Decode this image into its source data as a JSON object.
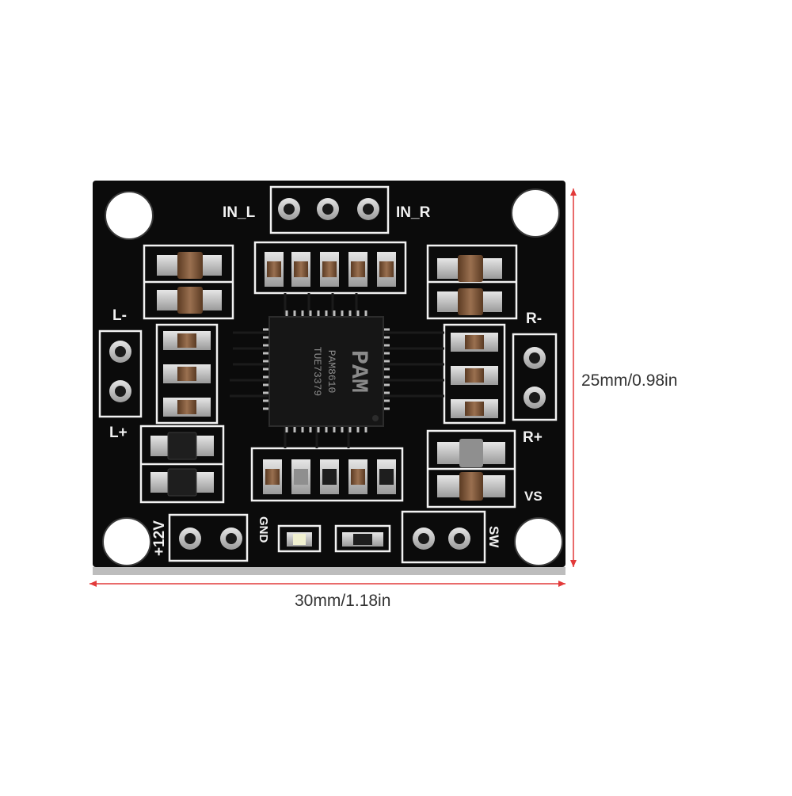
{
  "product": {
    "name": "PCB amplifier board",
    "board_color": "#0b0b0b",
    "silkscreen_color": "#f2f2f2",
    "dimension_line_color": "#e23a3a"
  },
  "chip": {
    "logo": "PAM",
    "model": "PAM8610",
    "lot": "TUE73379"
  },
  "labels": {
    "in_l": "IN_L",
    "in_r": "IN_R",
    "l_minus": "L-",
    "l_plus": "L+",
    "r_minus": "R-",
    "r_plus": "R+",
    "vs": "VS",
    "plus_12v": "+12V",
    "gnd": "GND",
    "sw": "SW"
  },
  "dimensions": {
    "width": "30mm/1.18in",
    "height": "25mm/0.98in"
  },
  "icons": [
    "mounting-hole-icon",
    "solder-pad-icon",
    "smd-capacitor-icon",
    "smd-resistor-icon",
    "diode-icon",
    "led-icon"
  ]
}
